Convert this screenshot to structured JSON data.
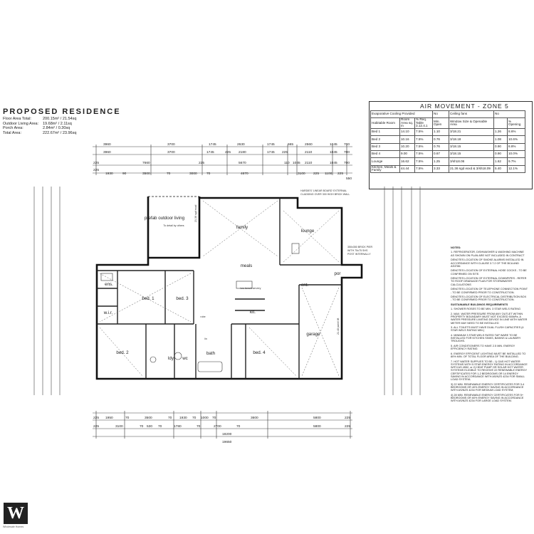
{
  "title": "PROPOSED RESIDENCE",
  "areas": [
    {
      "label": "Floor Area Total:",
      "value": "200.15m² / 21.54sq"
    },
    {
      "label": "Outdoor Living Area:",
      "value": "19.68m² / 2.11sq"
    },
    {
      "label": "Porch Area:",
      "value": "2.84m² / 0.30sq"
    },
    {
      "label": "Total Area:",
      "value": "222.67m² / 23.96sq"
    }
  ],
  "air_movement": {
    "title": "AIR MOVEMENT - ZONE 5",
    "evap_label": "Evaporative Cooling Provided",
    "evap_value": "No",
    "fans_label": "Ceiling fans",
    "fans_value": "No",
    "headers": [
      "Habitable Room",
      "Room Area sq. m",
      "% Req. Table 3.12.4.1",
      "Min. Open",
      "Window Size & Openable Area",
      "",
      "% Opening"
    ],
    "rows": [
      [
        "Bed 1",
        "14.10",
        "7.5%",
        "1.10",
        "3/18.21",
        "1.26",
        "8.6%"
      ],
      [
        "Bed 2",
        "10.16",
        "7.5%",
        "0.76",
        "3/18.18",
        "1.08",
        "10.6%"
      ],
      [
        "Bed 3",
        "10.20",
        "7.5%",
        "0.76",
        "3/18.15",
        "0.90",
        "8.8%"
      ],
      [
        "Bed 4",
        "9.00",
        "7.5%",
        "0.67",
        "3/18.15",
        "0.90",
        "10.0%"
      ],
      [
        "Lounge",
        "16.62",
        "7.5%",
        "1.25",
        "3/sh18.06",
        "1.62",
        "9.7%"
      ],
      [
        "Kitchen, Meals & Family",
        "44.44",
        "7.5%",
        "3.33",
        "21.36 sgd exxd & 3/sh18.09",
        "5.40",
        "12.1%"
      ]
    ]
  },
  "rooms": {
    "outdoor": "prefab outdoor living",
    "outdoor_note": "To detail by others",
    "family": "family",
    "lounge": "lounge",
    "meals": "meals",
    "bed1": "bed. 1",
    "bed2": "bed. 2",
    "bed3": "bed. 3",
    "bed4": "bed. 4",
    "ens": "ens.",
    "wir": "w.i.r.",
    "kit": "kit.",
    "ent": "ent.",
    "por": "por",
    "garage": "garage",
    "bath": "bath",
    "ldy": "ldy",
    "wc": "wc",
    "robe": "robe",
    "lin": "lin",
    "bench": "low bench servery"
  },
  "annotations": {
    "hardies_1": "HARDIES 'LINEAR BOARD' EXTERNAL",
    "hardies_2": "CLADDING OVER 300 HIGH BRICK WALL",
    "pier_1": "350x350 BRICK PIER",
    "pier_2": "WITH 75x75 SHS",
    "pier_3": "POST INTERNALLY",
    "sgd": "21.36 sgd exxd",
    "garage_door": "21.48 panel lift"
  },
  "dims": {
    "top1": [
      "3960",
      "3700",
      "1745",
      "2630",
      "1745",
      "665",
      "2560",
      "1045",
      "700"
    ],
    "top2": [
      "3960",
      "3700",
      "1745",
      "225",
      "2180",
      "1745",
      "225",
      "2110",
      "1045",
      "700"
    ],
    "top3": [
      "225",
      "7660",
      "225",
      "5670",
      "110",
      "1045",
      "2110",
      "1045",
      "700"
    ],
    "top4": [
      "225",
      "1930",
      "90",
      "3500",
      "70",
      "3000",
      "70",
      "4670",
      "3100",
      "225",
      "1100",
      "225",
      "550"
    ],
    "bot1": [
      "225",
      "1950",
      "70",
      "3500",
      "70",
      "1930",
      "70",
      "1000",
      "70",
      "3600",
      "5800",
      "225"
    ],
    "bot2": [
      "225",
      "3100",
      "70",
      "530",
      "70",
      "1780",
      "70",
      "2700",
      "70",
      "5800",
      "225"
    ],
    "bot3": "18200",
    "bot4": "19650"
  },
  "notes": [
    "NOTES:",
    "1. REFRIGERATOR, DISHWASHER & WASHING MACHINE AS SHOWN ON PLAN ARE NOT INCLUDED IN CONTRACT",
    "DENOTES LOCATION OF SMOKE ALARMS INSTALLED IN ACCORDANCE WITH CLAUSE 3.7.2 OF THE BCA AND AS3786",
    "DENOTES LOCATION OF EXTERNAL HOSE COCKS - TO BE CONFIRMED ON SITE.",
    "DENOTES LOCATION OF EXTERNAL DOWNPIPES - REFER TO ROOF DRAINAGE PLAN FOR STORMWATER CALCULATIONS",
    "DENOTES LOCATION OF TELEPHONE CONNECTION POINT - TO BE CONFIRMED PRIOR TO CONSTRUCTION.",
    "DENOTES LOCATION OF ELECTRICAL DISTRIBUTION BOX - TO BE CONFIRMED PRIOR TO CONSTRUCTION.",
    "SUSTAINABLE BUILDINGS REQUIREMENTS",
    "1. SHOWER ROSES TO BE MIN. 3 STAR WELS RATING",
    "2. MAX. WATER PRESSURE FROM ANY OUTLET WITHIN PROPERTY BOUNDARY MUST NOT EXCEED 500kPa. A WATER PRESSURE LIMITING DEVICE IN LINE WITH WATER METER MAY NEED TO BE INSTALLED",
    "3. ALL TOILETS MUST HAVE DUAL FLUSH CAPACITIES (4 STAR WELS RATING MIN.)",
    "4. MINIMUM 3 STAR WELS RATED TAP WARE TO BE INSTALLED FOR KITCHEN SINKS, BASINS & LAUNDRY TROUGHS.",
    "5. AIR CONDITIONERS TO HAVE 2.5 MIN. ENERGY EFFICIENCY RATING",
    "6. ENERGY EFFICIENT LIGHTING MUST BE INSTALLED TO 80% MIN. OF TOTAL FLOOR AREA OF THE BUILDING.",
    "7. HOT WATER SUPPLIES TO BE:- 1) GAS HOT WATER SYSTEMS WITH 5 STAR ENERGY RATING IN ACCORDANCE WITH AS 4552, or 2) HEAT PUMP OR SOLAR HOT WATER SYSTEMS ELIGIBLE TO RECEIVE 22 RENEWABLE ENERGY CERTIFICATES FOR 1-2 BEDROOMS OR 14 ENERGY SAVING IN ACCORDANCE WITH AS/NZS 4234 FOR SMALL LOAD SYSTEM;",
    "3) 22 MIN. RENEWABLE ENERGY CERTIFICATES FOR 3-4 BEDROOMS OR 40% ENERGY SAVING IN ACCORDANCE WITH AS/NZS 4234 FOR MEDIUM LOAD SYSTEM;",
    "4) 28 MIN. RENEWABLE ENERGY CERTIFICATES FOR 5+ BEDROOMS OR 60% ENERGY SAVING IN ACCORDANCE WITH AS/NZS 4234 FOR LARGE LOAD SYSTEM."
  ],
  "logo": "W",
  "logo_caption": "Wholesale Homes"
}
